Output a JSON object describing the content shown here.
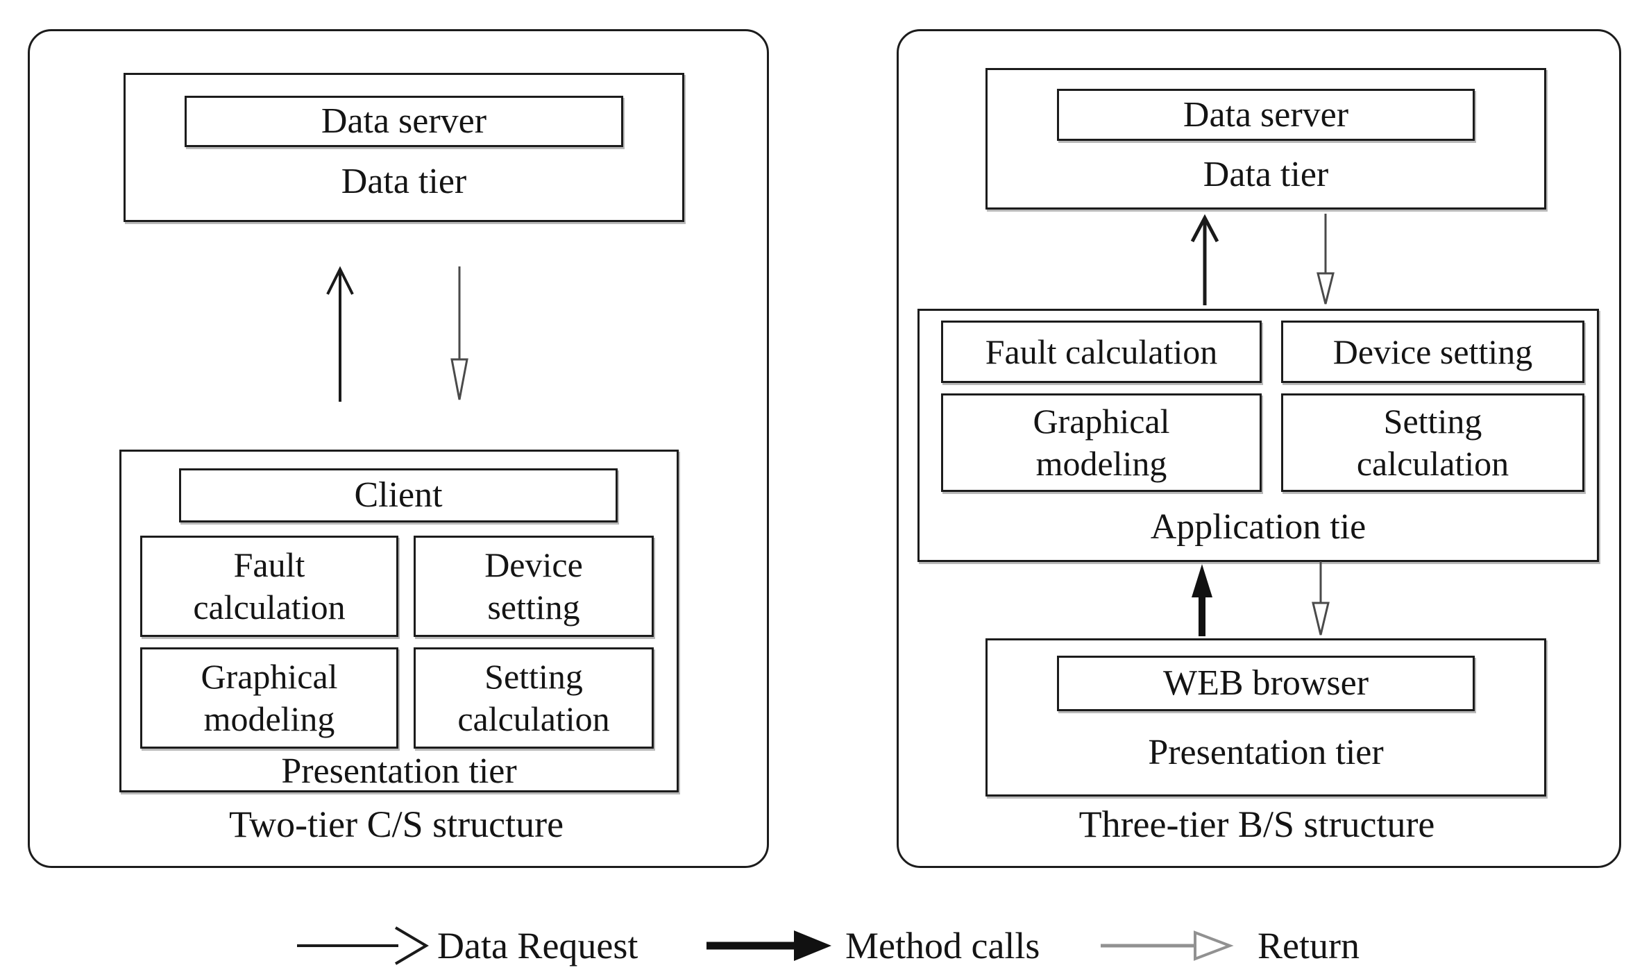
{
  "panels": {
    "cs": {
      "caption": "Two-tier C/S structure",
      "data_tier": {
        "label": "Data tier",
        "server": "Data server"
      },
      "arrows": [
        {
          "type": "data-request",
          "direction": "up"
        },
        {
          "type": "return",
          "direction": "down"
        }
      ],
      "presentation_tier": {
        "label": "Presentation tier",
        "client": "Client",
        "modules": [
          "Fault calculation",
          "Device setting",
          "Graphical modeling",
          "Setting calculation"
        ]
      }
    },
    "bs": {
      "caption": "Three-tier B/S structure",
      "data_tier": {
        "label": "Data tier",
        "server": "Data server"
      },
      "arrows_top": [
        {
          "type": "data-request",
          "direction": "up"
        },
        {
          "type": "return",
          "direction": "down"
        }
      ],
      "application_tier": {
        "label": "Application tie",
        "modules": [
          "Fault calculation",
          "Device setting",
          "Graphical modeling",
          "Setting calculation"
        ]
      },
      "arrows_bottom": [
        {
          "type": "method-calls",
          "direction": "up"
        },
        {
          "type": "return",
          "direction": "down"
        }
      ],
      "presentation_tier": {
        "label": "Presentation tier",
        "browser": "WEB browser"
      }
    }
  },
  "legend": {
    "items": [
      {
        "type": "data-request",
        "label": "Data Request"
      },
      {
        "type": "method-calls",
        "label": "Method calls"
      },
      {
        "type": "return",
        "label": "Return"
      }
    ]
  },
  "colors": {
    "line": "#1c1c1c",
    "arrow_black": "#1a1a1a",
    "panel_return_gray": "#4a4a4a",
    "legend_return_gray": "#919191",
    "background": "#ffffff"
  }
}
